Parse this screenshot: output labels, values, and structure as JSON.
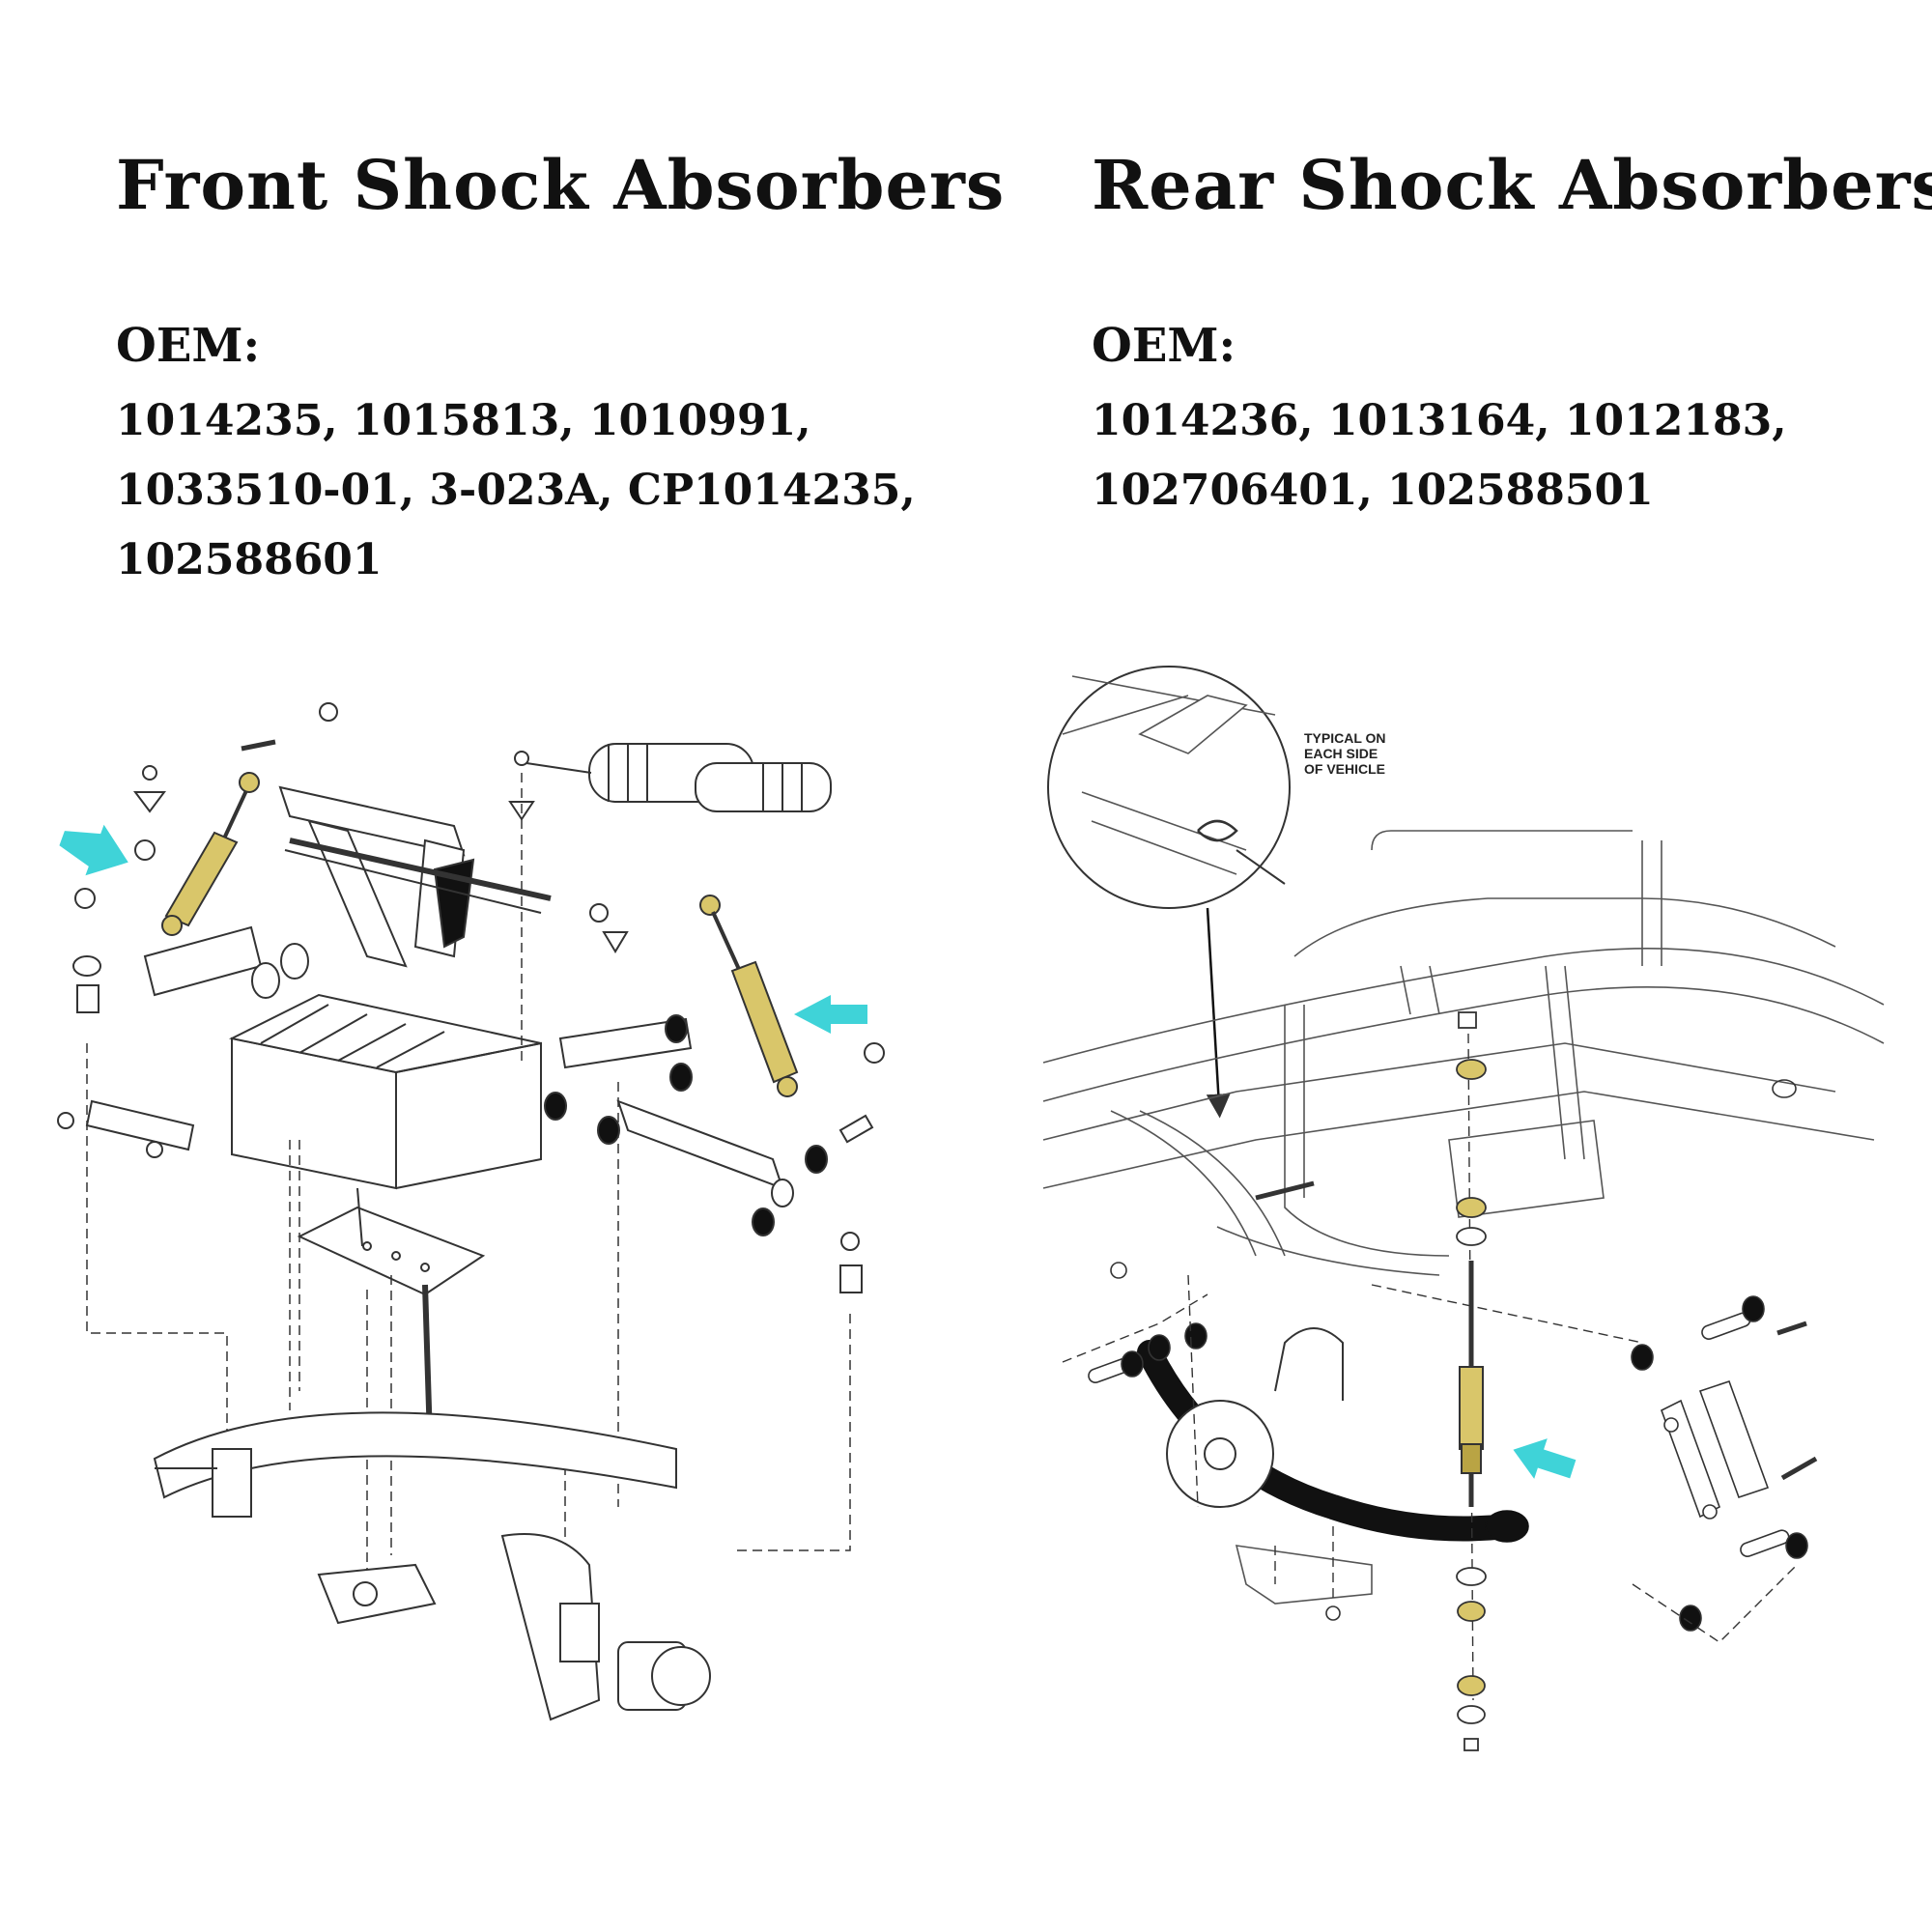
{
  "front": {
    "title": "Front Shock Absorbers",
    "oem_label": "OEM:",
    "oem_lines": [
      "1014235, 1015813, 1010991,",
      "1033510-01, 3-023A, CP1014235,",
      "102588601"
    ]
  },
  "rear": {
    "title": "Rear Shock Absorbers",
    "oem_label": "OEM:",
    "oem_lines": [
      "1014236, 1013164, 1012183,",
      "102706401, 102588501"
    ],
    "callout_lines": [
      "TYPICAL ON",
      "EACH SIDE",
      "OF VEHICLE"
    ]
  },
  "colors": {
    "shock": "#d9c66a",
    "shock_dark": "#b9a444",
    "arrow": "#3fd3d8",
    "line": "#333333"
  },
  "icons": [
    "shock-absorber-icon",
    "pointer-arrow-icon",
    "suspension-diagram-icon"
  ]
}
